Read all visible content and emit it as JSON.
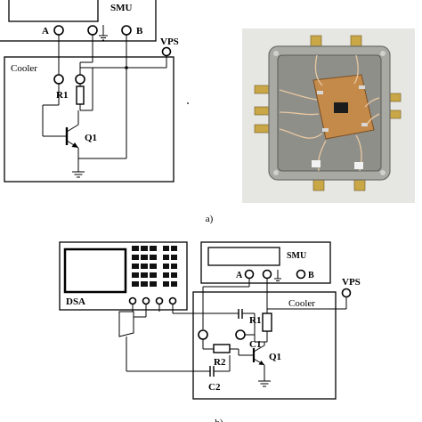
{
  "panel_a": {
    "smu_label": "SMU",
    "terminal_a": "A",
    "terminal_b": "B",
    "vps_label": "VPS",
    "cooler_label": "Cooler",
    "r1_label": "R1",
    "q1_label": "Q1"
  },
  "caption_a": "a)",
  "panel_b": {
    "dsa_label": "DSA",
    "smu_label": "SMU",
    "terminal_a": "A",
    "terminal_b": "B",
    "vps_label": "VPS",
    "cooler_label": "Cooler",
    "r1_label": "R1",
    "r2_label": "R2",
    "c1_label": "C1",
    "c2_label": "C2",
    "q1_label": "Q1"
  },
  "caption_b": "b)",
  "colors": {
    "wire": "#000000",
    "photo_background": "#e6e6e2",
    "enclosure": "#a9a9a4",
    "pcb": "#c48a4a"
  }
}
